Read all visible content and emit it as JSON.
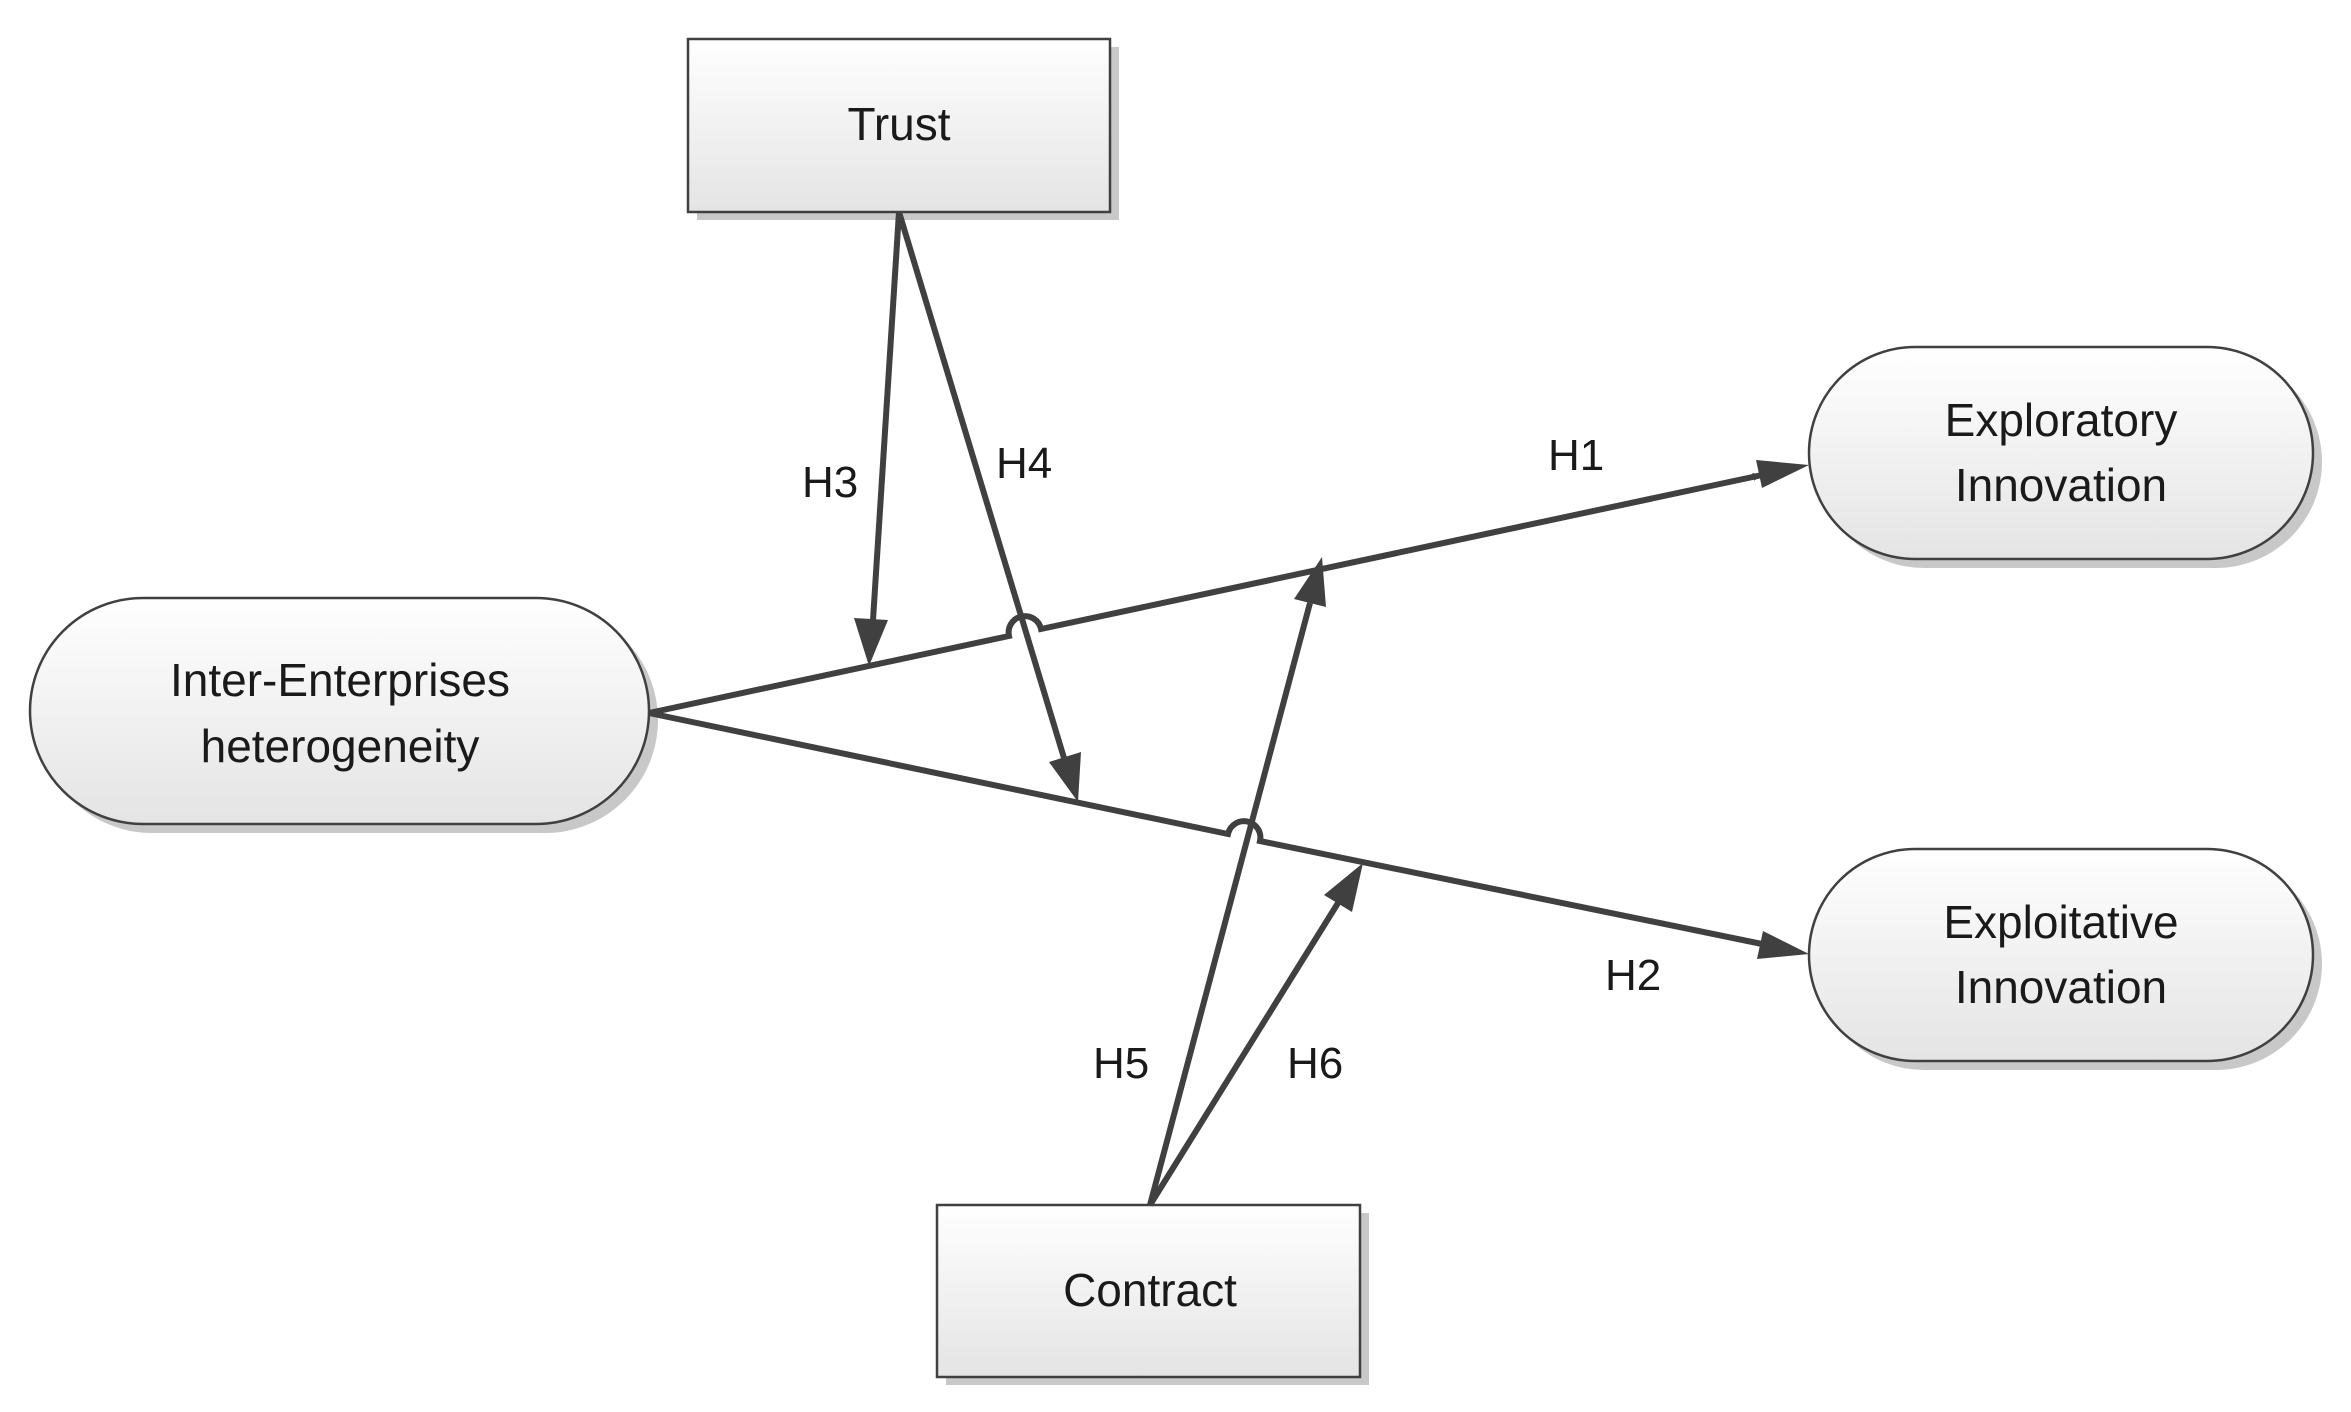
{
  "nodes": {
    "trust": {
      "label": "Trust"
    },
    "contract": {
      "label": "Contract"
    },
    "heterogeneity": {
      "line1": "Inter-Enterprises",
      "line2": "heterogeneity"
    },
    "exploratory": {
      "line1": "Exploratory",
      "line2": "Innovation"
    },
    "exploitative": {
      "line1": "Exploitative",
      "line2": "Innovation"
    }
  },
  "edges": {
    "h1": "H1",
    "h2": "H2",
    "h3": "H3",
    "h4": "H4",
    "h5": "H5",
    "h6": "H6"
  },
  "colors": {
    "line": "#404040",
    "box_fill_top": "#ffffff",
    "box_fill_bottom": "#e6e6e6",
    "shadow": "#c8c8c8"
  }
}
